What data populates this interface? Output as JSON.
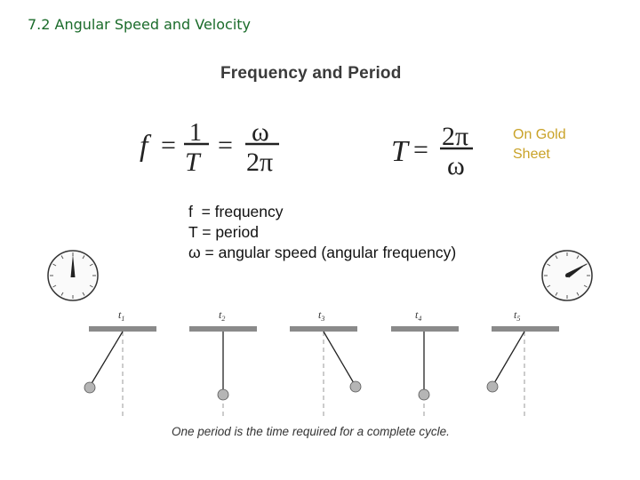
{
  "slide_title": "7.2 Angular Speed and Velocity",
  "figure": {
    "heading": "Frequency and Period",
    "formula_f": {
      "lhs": "f",
      "equals": "=",
      "frac1_num": "1",
      "frac1_den": "T",
      "frac2_num": "ω",
      "frac2_den": "2π"
    },
    "formula_T": {
      "lhs": "T",
      "equals": "=",
      "frac_num": "2π",
      "frac_den": "ω"
    },
    "pendulum_labels": [
      "t1",
      "t2",
      "t3",
      "t4",
      "t5"
    ],
    "pendulum_label_base": "t",
    "pendulum_label_subs": [
      "1",
      "2",
      "3",
      "4",
      "5"
    ],
    "caption": "One period is the time required for a complete cycle."
  },
  "note": {
    "line1": "On Gold",
    "line2": "Sheet"
  },
  "definitions": {
    "f": "f  = frequency",
    "T": "T = period",
    "omega": "ω = angular speed (angular frequency)"
  },
  "colors": {
    "title": "#1a6b2a",
    "note": "#c9a227",
    "text": "#111111"
  }
}
